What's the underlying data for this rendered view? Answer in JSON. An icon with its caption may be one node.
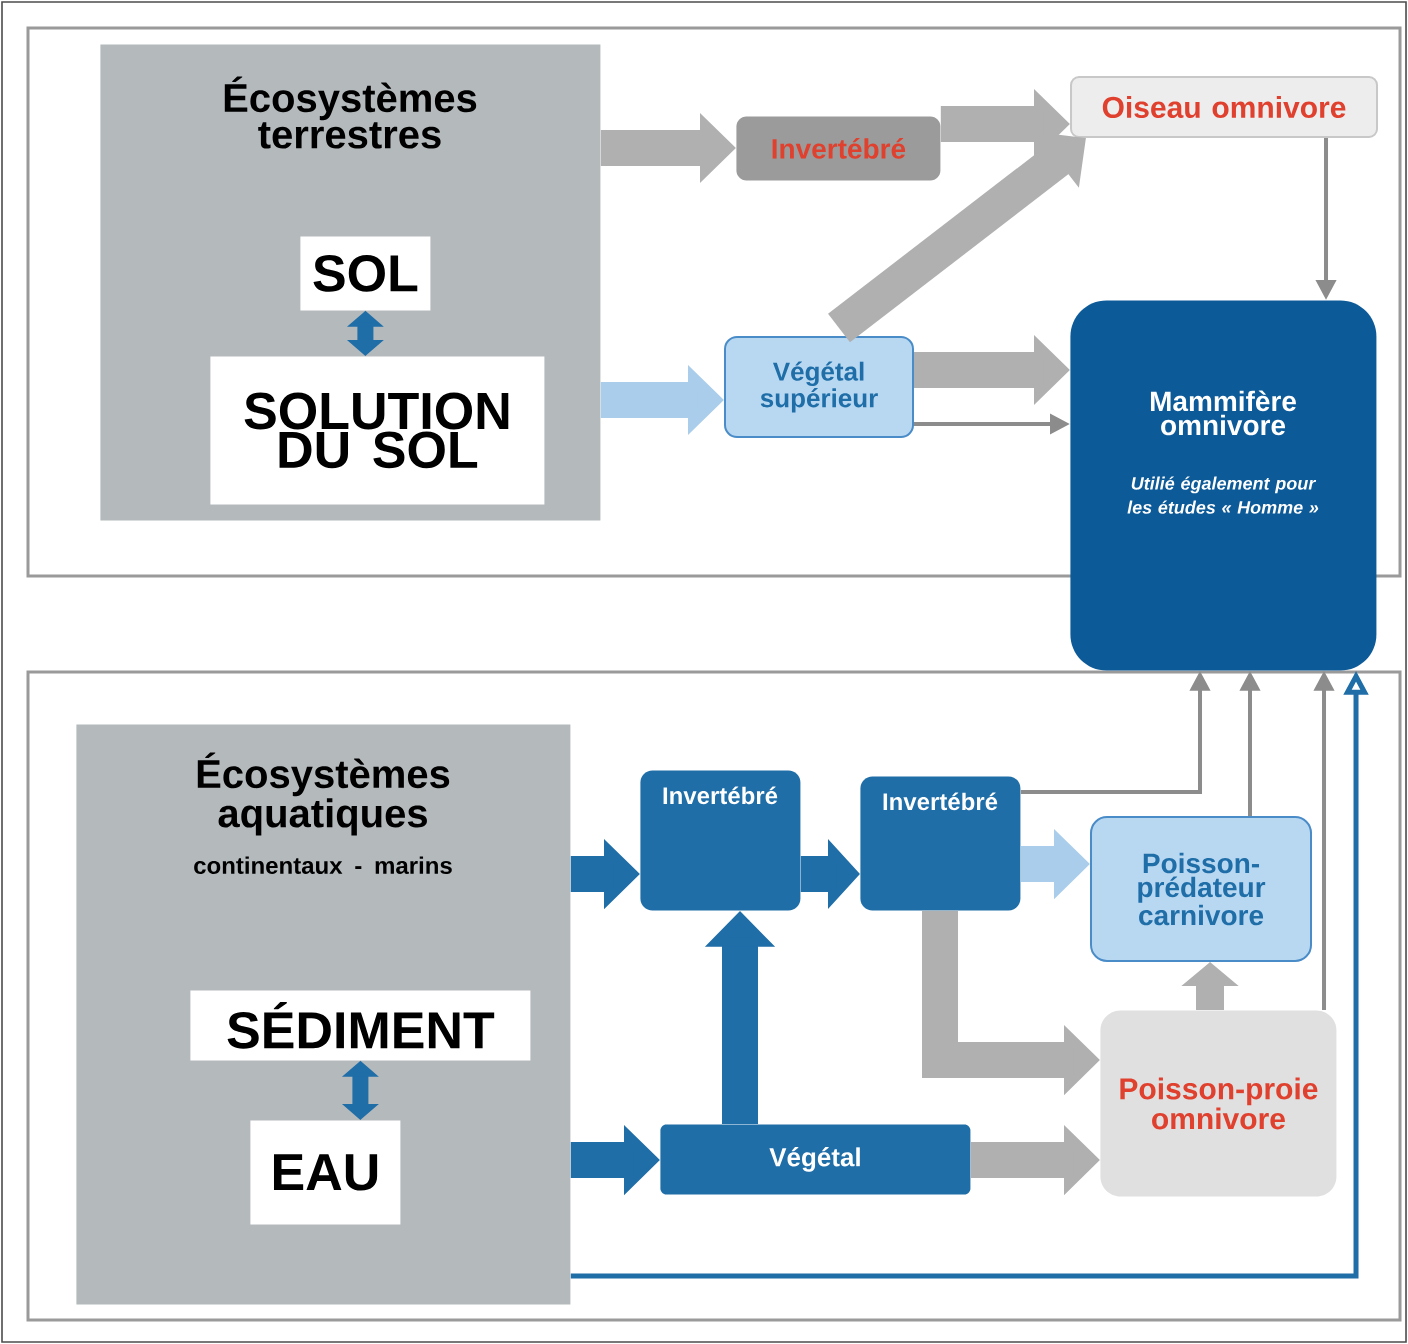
{
  "diagram": {
    "nodes": [
      {
        "text": [
          "Écosystèmes terrestres"
        ]
      },
      {
        "text": [
          "SOL"
        ],
        "in": 0
      },
      {
        "text": [
          "SOLUTION DU SOL"
        ],
        "in": 0
      },
      {
        "text": [
          "Invertébré"
        ]
      },
      {
        "text": [
          "Oiseau omnivore"
        ]
      },
      {
        "text": [
          "Végétal supérieur"
        ]
      },
      {
        "text": [
          "Mammifère omnivore",
          "Utilié également pour les études « Homme »"
        ]
      },
      {
        "text": [
          "Écosystèmes aquatiques",
          "continentaux - marins"
        ]
      },
      {
        "text": [
          "SÉDIMENT"
        ],
        "in": 7
      },
      {
        "text": [
          "EAU"
        ],
        "in": 7
      },
      {
        "text": [
          "Invertébré"
        ]
      },
      {
        "text": [
          "Invertébré"
        ]
      },
      {
        "text": [
          "Poisson-prédateur carnivore"
        ]
      },
      {
        "text": [
          "Végétal"
        ]
      },
      {
        "text": [
          "Poisson-proie omnivore"
        ]
      }
    ],
    "edges": [
      {
        "from": 1,
        "to": 2,
        "arrow": "both",
        "color": "#1f6ea8"
      },
      {
        "from": 8,
        "to": 9,
        "arrow": "both",
        "color": "#1f6ea8"
      },
      {
        "from": 0,
        "to": 3,
        "arrow": "to",
        "color": "#b0b0b0"
      },
      {
        "from": 3,
        "to": 4,
        "arrow": "to",
        "color": "#b0b0b0"
      },
      {
        "from": 5,
        "to": 4,
        "arrow": "to",
        "color": "#b0b0b0"
      },
      {
        "from": 0,
        "to": 5,
        "arrow": "to",
        "color": "#a9cdea"
      },
      {
        "from": 5,
        "to": 6,
        "arrow": "to",
        "color": "#b0b0b0"
      },
      {
        "from": 5,
        "to": 6,
        "arrow": "to",
        "color": "#8c8c8c"
      },
      {
        "from": 4,
        "to": 6,
        "arrow": "to",
        "color": "#8c8c8c"
      },
      {
        "from": 7,
        "to": 10,
        "arrow": "to",
        "color": "#1f6ea8"
      },
      {
        "from": 10,
        "to": 11,
        "arrow": "to",
        "color": "#1f6ea8"
      },
      {
        "from": 13,
        "to": 10,
        "arrow": "to",
        "color": "#1f6ea8"
      },
      {
        "from": 7,
        "to": 13,
        "arrow": "to",
        "color": "#1f6ea8"
      },
      {
        "from": 11,
        "to": 12,
        "arrow": "to",
        "color": "#a9cdea"
      },
      {
        "from": 11,
        "to": 14,
        "arrow": "to",
        "color": "#b0b0b0"
      },
      {
        "from": 13,
        "to": 14,
        "arrow": "to",
        "color": "#b0b0b0"
      },
      {
        "from": 14,
        "to": 12,
        "arrow": "to",
        "color": "#b0b0b0"
      },
      {
        "from": 11,
        "to": 6,
        "arrow": "to",
        "color": "#8c8c8c"
      },
      {
        "from": 12,
        "to": 6,
        "arrow": "to",
        "color": "#8c8c8c"
      },
      {
        "from": 14,
        "to": 6,
        "arrow": "to",
        "color": "#8c8c8c"
      },
      {
        "from": 7,
        "to": 6,
        "arrow": "to",
        "color": "#1f6ea8"
      }
    ]
  }
}
